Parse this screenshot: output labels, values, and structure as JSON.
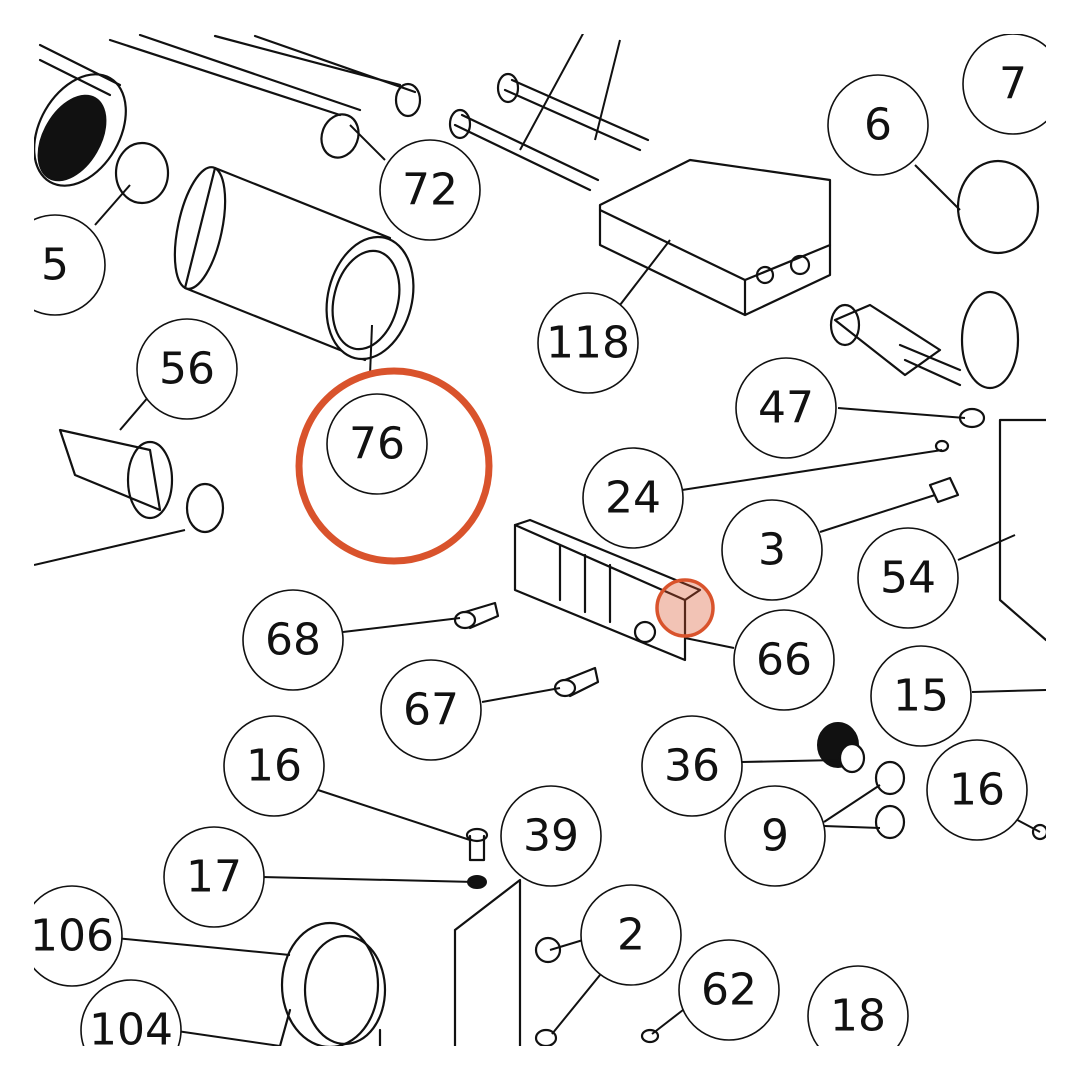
{
  "diagram": {
    "labels": [
      "5",
      "6",
      "7",
      "72",
      "118",
      "76",
      "56",
      "47",
      "24",
      "3",
      "54",
      "68",
      "66",
      "67",
      "15",
      "16",
      "36",
      "9",
      "16",
      "39",
      "17",
      "106",
      "2",
      "62",
      "104",
      "18"
    ],
    "highlight_color": "#d9532c"
  }
}
